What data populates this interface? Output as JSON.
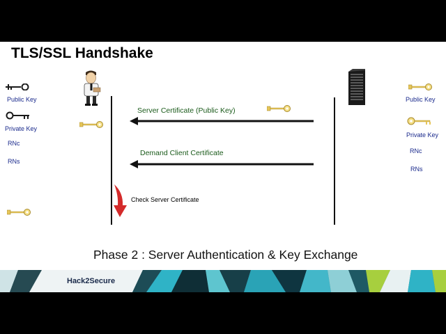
{
  "title": "TLS/SSL Handshake",
  "client": {
    "public_key": "Public Key",
    "private_key": "Private Key",
    "rnc": "RNc",
    "rns": "RNs"
  },
  "server": {
    "public_key": "Public Key",
    "private_key": "Private Key",
    "rnc": "RNc",
    "rns": "RNs"
  },
  "messages": {
    "server_certificate": "Server Certificate (Public Key)",
    "demand_client_certificate": "Demand Client Certificate",
    "check_server_certificate": "Check Server Certificate"
  },
  "phase_caption": "Phase 2 : Server Authentication & Key Exchange",
  "brand": "Hack2Secure",
  "icons": [
    "black-key-icon",
    "gold-key-icon",
    "person-icon",
    "server-icon",
    "red-curved-arrow-icon"
  ],
  "colors": {
    "key_gold": "#e6c65a",
    "key_black": "#1a1a1a",
    "label_blue": "#1a2a8c",
    "message_green": "#1a5a1a",
    "arrow_red": "#d42a2a"
  }
}
